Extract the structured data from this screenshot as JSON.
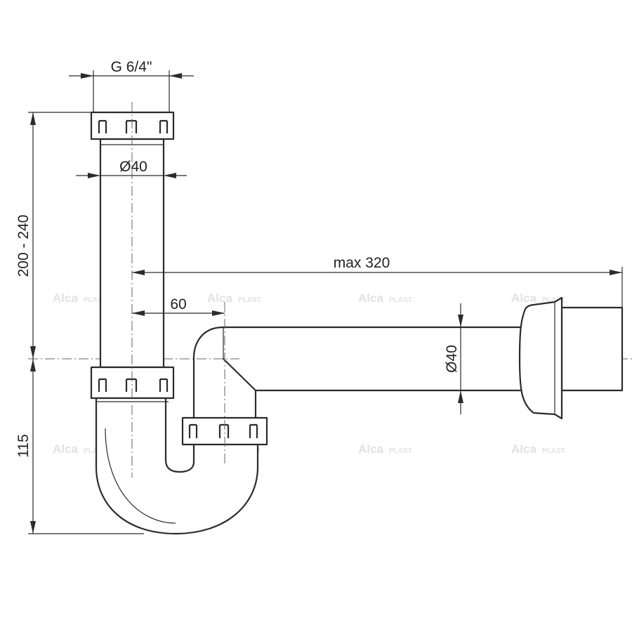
{
  "dimensions": {
    "thread": "G 6/4\"",
    "inlet_diameter": "Ø40",
    "height_range": "200 - 240",
    "max_length": "max 320",
    "offset": "60",
    "outlet_diameter": "Ø40",
    "lower_height": "115"
  },
  "watermark": {
    "brand_prefix": "Alca",
    "brand_suffix": "PLAST"
  }
}
